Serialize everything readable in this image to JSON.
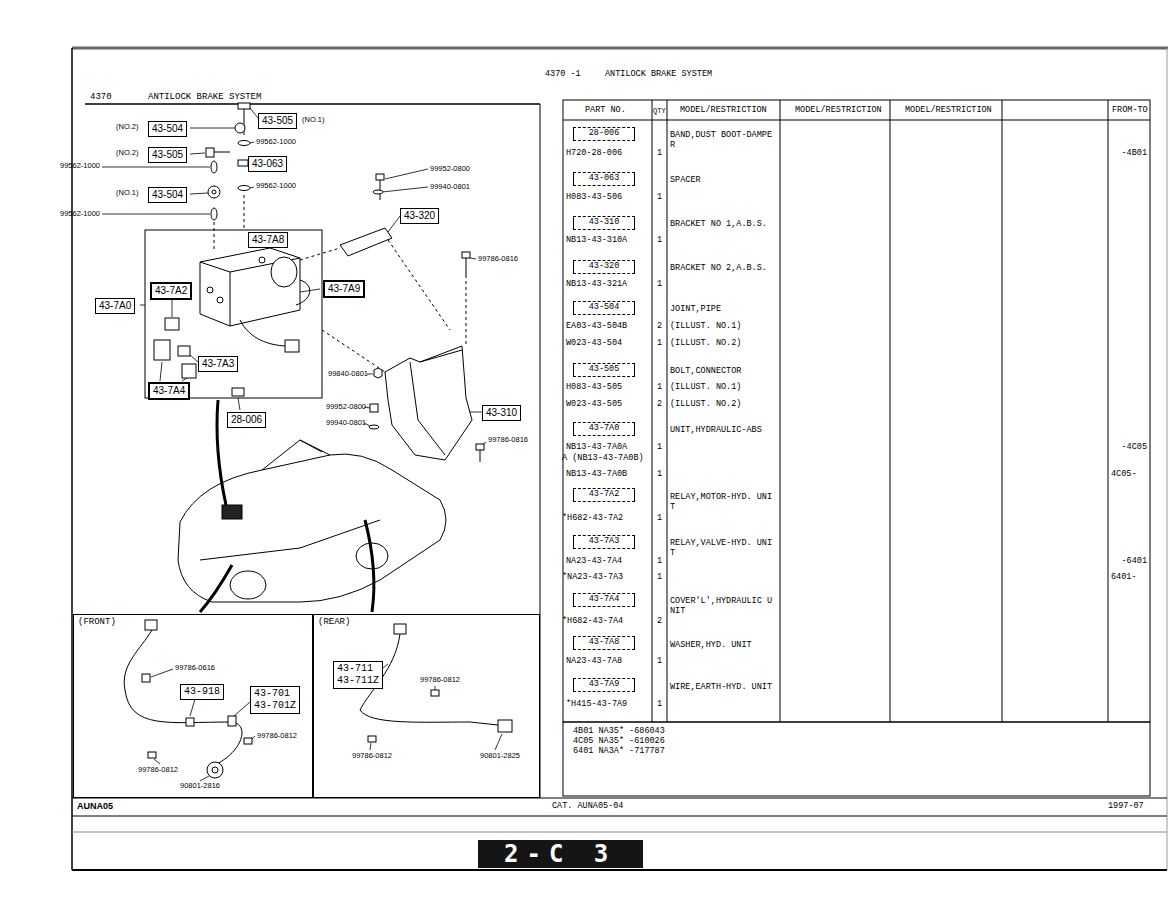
{
  "diagram": {
    "title": "ANTILOCK BRAKE SYSTEM",
    "nodes": [
      {
        "text": [
          "43-504"
        ]
      },
      {
        "text": [
          "43-505"
        ]
      },
      {
        "text": [
          "43-505"
        ]
      },
      {
        "text": [
          "43-063"
        ]
      },
      {
        "text": [
          "43-504"
        ]
      },
      {
        "text": [
          "43-320"
        ]
      },
      {
        "text": [
          "43-7A8"
        ]
      },
      {
        "text": [
          "43-7A2"
        ]
      },
      {
        "text": [
          "43-7A9"
        ]
      },
      {
        "text": [
          "43-7A0"
        ]
      },
      {
        "text": [
          "43-7A3"
        ]
      },
      {
        "text": [
          "43-7A4"
        ]
      },
      {
        "text": [
          "28-006"
        ]
      },
      {
        "text": [
          "43-310"
        ]
      },
      {
        "text": [
          "(FRONT)"
        ]
      },
      {
        "text": [
          "43-918"
        ],
        "in": 14
      },
      {
        "text": [
          "43-701",
          "43-701Z"
        ],
        "in": 14
      },
      {
        "text": [
          "(REAR)"
        ]
      },
      {
        "text": [
          "43-711",
          "43-711Z"
        ],
        "in": 17
      }
    ],
    "labels": [
      "4370",
      "(NO.2)",
      "(NO.1)",
      "99562-1000",
      "(NO.2)",
      "99562-1000",
      "99562-1000",
      "(NO.1)",
      "99562-1000",
      "99952-0800",
      "99940-0801",
      "99786-0816",
      "99840-0801",
      "99952-0800",
      "99940-0801",
      "99786-0816",
      "99786-0616",
      "99786-0812",
      "99786-0812",
      "90801-2816",
      "99786-0812",
      "99786-0812",
      "90801-2825",
      "AUNA05",
      "CAT. AUNA05-04",
      "1997-07",
      "2-C 3",
      "4370 -1",
      "ANTILOCK BRAKE SYSTEM",
      "PART NO.",
      "QTY",
      "MODEL/RESTRICTION",
      "MODEL/RESTRICTION",
      "MODEL/RESTRICTION",
      "FROM-TO",
      "28-006",
      "BAND,DUST BOOT-DAMPE R",
      "H720-28-006",
      "1",
      "-4B01",
      "43-063",
      "SPACER",
      "H083-43-506",
      "1",
      "43-310",
      "BRACKET NO 1,A.B.S.",
      "NB13-43-310A",
      "1",
      "43-320",
      "BRACKET NO 2,A.B.S.",
      "NB13-43-321A",
      "1",
      "43-504",
      "JOINT,PIPE",
      "EA03-43-504B",
      "2",
      "(ILLUST. NO.1)",
      "W023-43-504",
      "1",
      "(ILLUST. NO.2)",
      "43-505",
      "BOLT,CONNECTOR",
      "H083-43-505",
      "1",
      "(ILLUST. NO.1)",
      "W023-43-505",
      "2",
      "(ILLUST. NO.2)",
      "43-7A0",
      "UNIT,HYDRAULIC-ABS",
      "NB13-43-7A0A",
      "1",
      "A (NB13-43-7A0B)",
      "-4C05",
      "NB13-43-7A0B",
      "1",
      "4C05-",
      "43-7A2",
      "RELAY,MOTOR-HYD. UNI T",
      "*H682-43-7A2",
      "1",
      "43-7A3",
      "RELAY,VALVE-HYD. UNI T",
      "NA23-43-7A4",
      "1",
      "-6401",
      "*NA23-43-7A3",
      "1",
      "6401-",
      "43-7A4",
      "COVER'L',HYDRAULIC U NIT",
      "*H682-43-7A4",
      "2",
      "43-7A8",
      "WASHER,HYD. UNIT",
      "NA23-43-7A8",
      "1",
      "43-7A9",
      "WIRE,EARTH-HYD. UNIT",
      "*H415-43-7A9",
      "1",
      "4B01 NA35* -686043",
      "4C05 NA35* -610026",
      "6401 NA3A* -717787"
    ]
  }
}
